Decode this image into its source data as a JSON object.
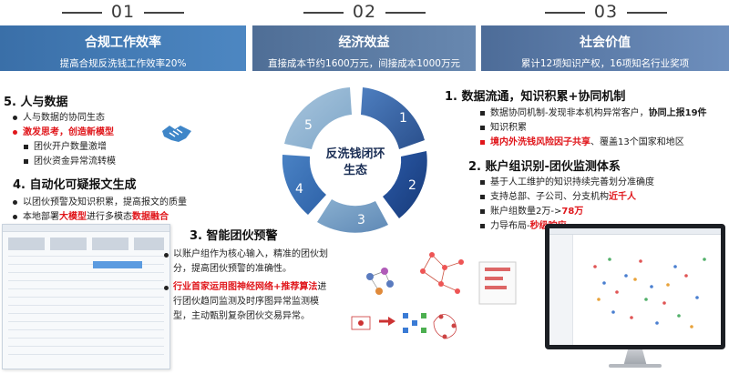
{
  "columns": [
    {
      "num": "01",
      "title": "合规工作效率",
      "subtitle": "提高合规反洗钱工作效率20%"
    },
    {
      "num": "02",
      "title": "经济效益",
      "subtitle": "直接成本节约1600万元，间接成本1000万元"
    },
    {
      "num": "03",
      "title": "社会价值",
      "subtitle": "累计12项知识产权，16项知名行业奖项"
    }
  ],
  "cycle": {
    "center": [
      "反洗钱闭环",
      "生态"
    ],
    "segments": [
      "1",
      "2",
      "3",
      "4",
      "5"
    ]
  },
  "left": {
    "s5": {
      "title": "5.  人与数据",
      "b1": "人与数据的协同生态",
      "b2": "激发思考，创造新模型",
      "b3": "团伙开户数量激增",
      "b4": "团伙资金异常流转模"
    },
    "s4": {
      "title": "4.  自动化可疑报文生成",
      "b1": "以团伙预警及知识积累，提高报文的质量",
      "b2a": "本地部署",
      "b2b": "大模型",
      "b2c": "进行多模态",
      "b2d": "数据融合"
    }
  },
  "middle": {
    "s3": {
      "title": "3.  智能团伙预警",
      "b1": "以账户组作为核心输入，精准的团伙划分，提高团伙预警的准确性。",
      "b2a": "行业首家运用图神经网络+推荐算法",
      "b2b": "进行团伙趋同监测及时序图异常监测模型，主动甄别复杂团伙交易异常。"
    }
  },
  "right": {
    "s1": {
      "title": "1.  数据流通，知识积累+协同机制",
      "b1a": "数据协同机制-发现非本机构异常客户，",
      "b1b": "协同上报19件",
      "b2": "知识积累",
      "b3a": "境内外洗钱风险因子共享",
      "b3b": "、覆盖13个国家和地区"
    },
    "s2": {
      "title": "2.  账户组识别-团伙监测体系",
      "b1": "基于人工维护的知识持续完善划分准确度",
      "b2a": "支持总部、子公司、分支机构",
      "b2b": "近千人",
      "b3a": "账户组数量2万->",
      "b3b": "78万",
      "b4a": "力导布局-",
      "b4b": "秒级响应"
    }
  },
  "colors": {
    "accent_red": "#e0161b",
    "card_blue": "#3a6fa8",
    "cycle_dark": "#2a4f8c",
    "cycle_light": "#7ea6c8"
  }
}
